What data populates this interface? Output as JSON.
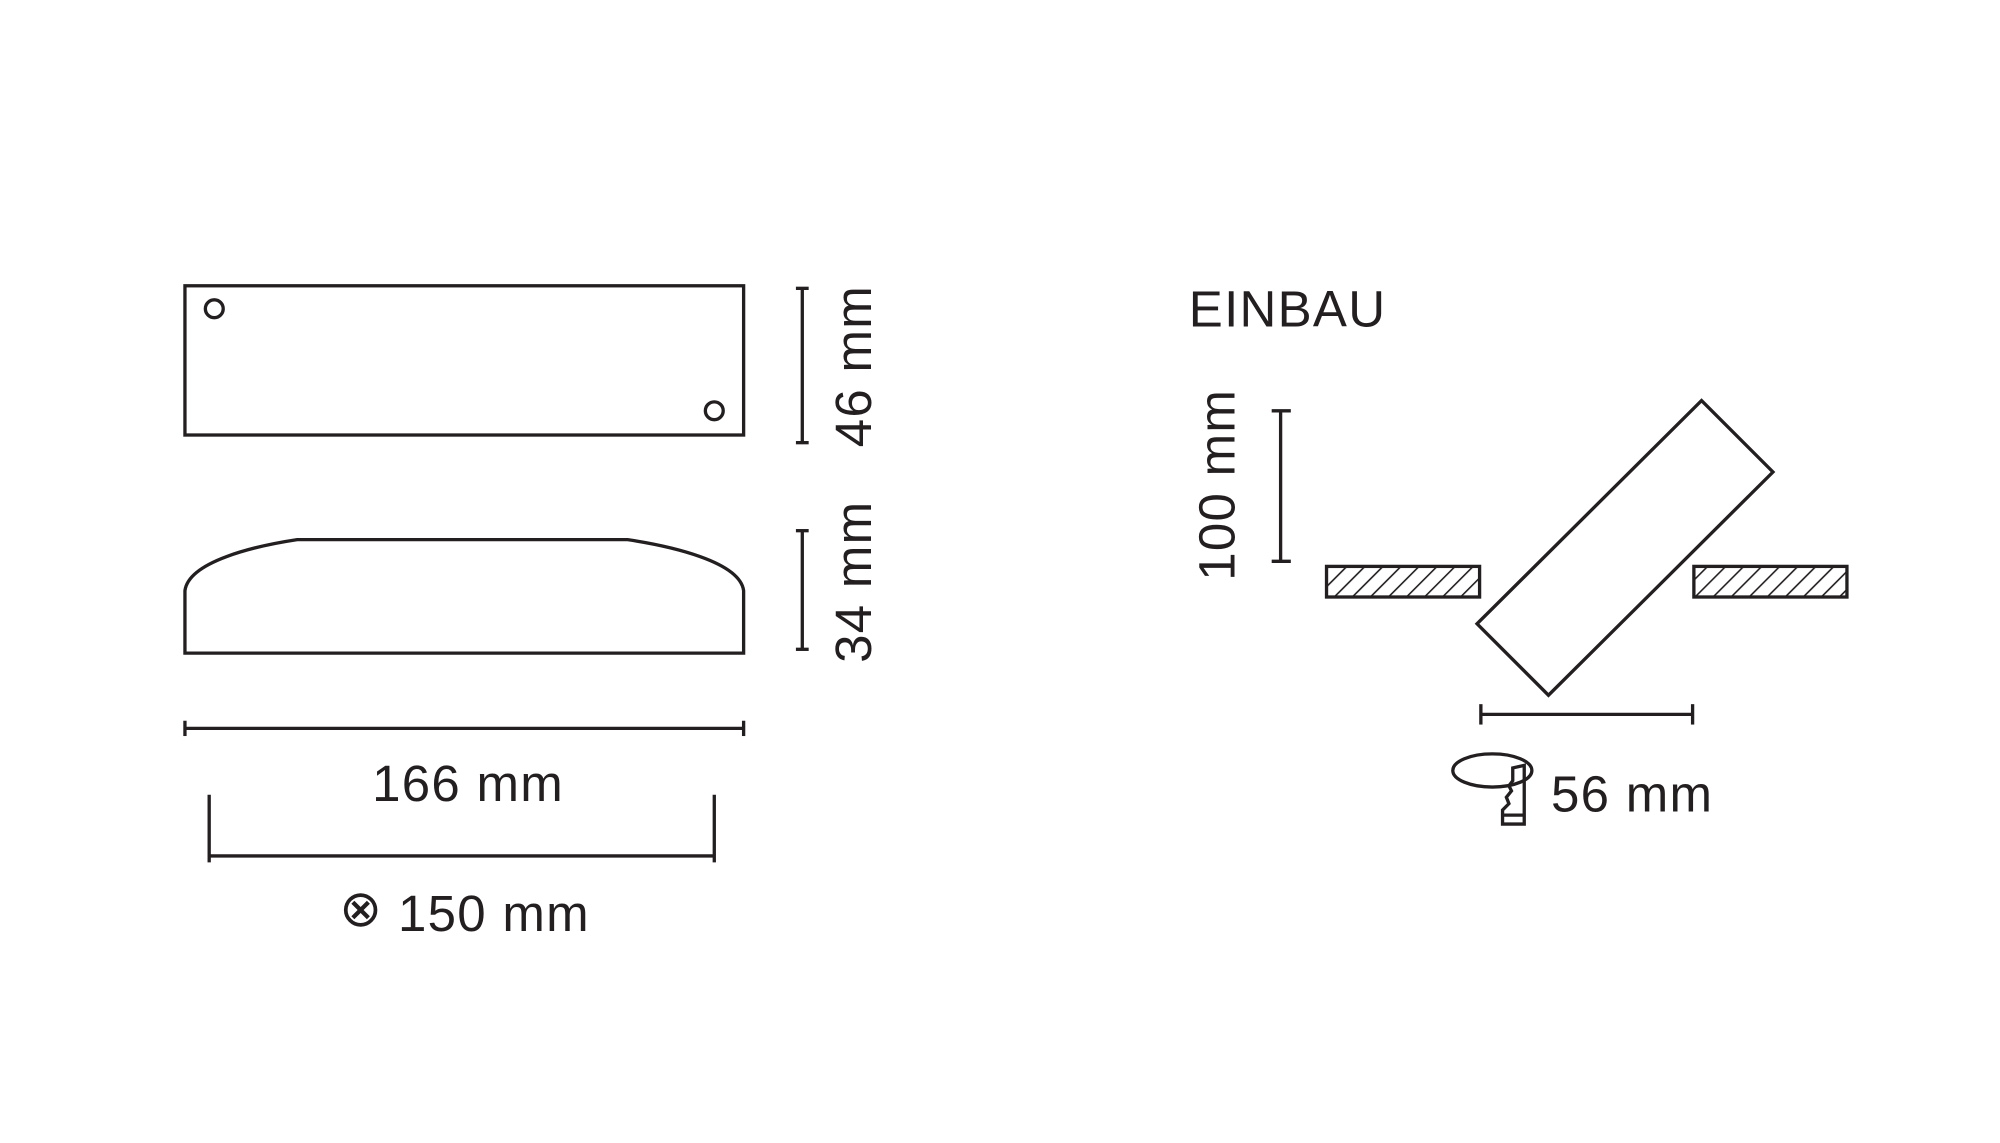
{
  "front_view": {
    "height_label": "46 mm"
  },
  "side_view": {
    "height_label": "34 mm"
  },
  "dimensions": {
    "length_label": "166 mm",
    "cutout_symbol": "⊗",
    "cutout_label": "150 mm"
  },
  "installation": {
    "title": "EINBAU",
    "depth_label": "100 mm",
    "hole_label": "56 mm",
    "icon": "hole-saw-icon"
  },
  "colors": {
    "line": "#231f20",
    "background": "#ffffff"
  }
}
